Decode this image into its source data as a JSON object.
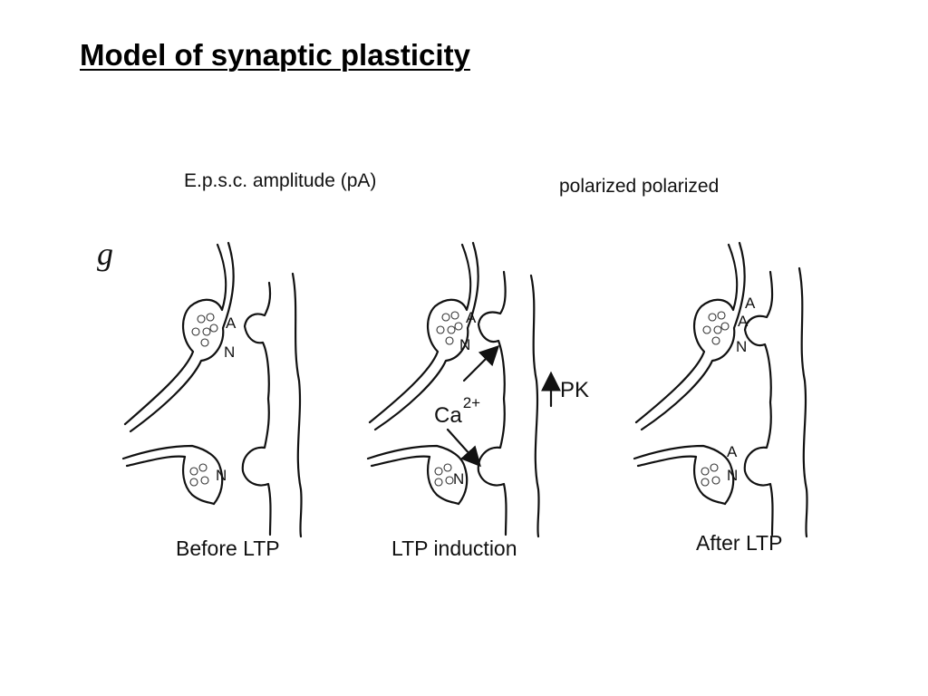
{
  "title": "Model of synaptic plasticity",
  "diagram": {
    "header_left": "E.p.s.c. amplitude (pA)",
    "header_right": "polarized polarized",
    "panel_letter": "g",
    "receptor_A": "A",
    "receptor_N": "N",
    "calcium": "Ca",
    "calcium_superscript": "2+",
    "protein_kinase": "PK",
    "panels": [
      {
        "caption": "Before LTP"
      },
      {
        "caption": "LTP induction"
      },
      {
        "caption": "After LTP"
      }
    ]
  }
}
